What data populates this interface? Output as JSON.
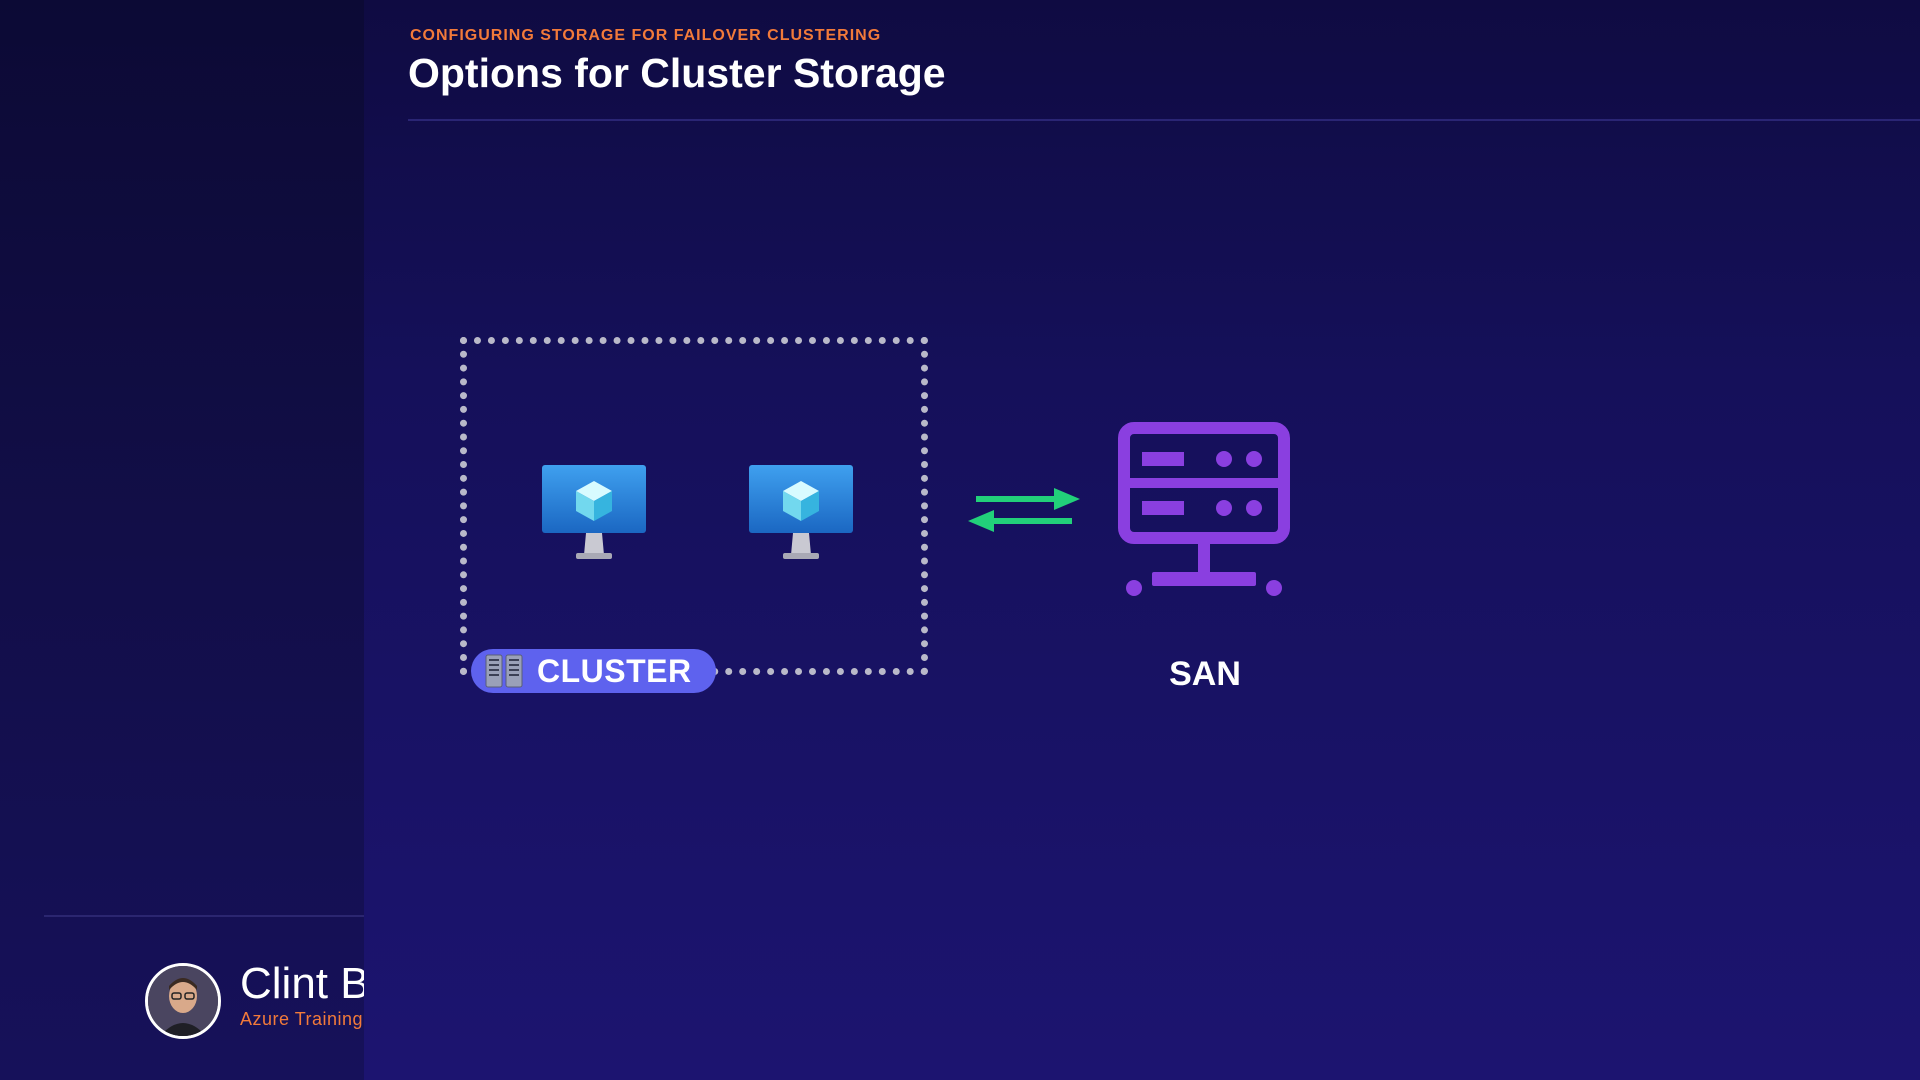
{
  "header": {
    "eyebrow": "CONFIGURING STORAGE FOR FAILOVER CLUSTERING",
    "title": "Options for Cluster Storage"
  },
  "presenter": {
    "name": "Clint B",
    "role": "Azure Training"
  },
  "diagram": {
    "cluster_label": "CLUSTER",
    "storage_label": "SAN",
    "nodes": [
      "virtual-machine-icon",
      "virtual-machine-icon"
    ],
    "icons": {
      "cluster": "server-rack-icon",
      "storage": "storage-server-icon",
      "link": "bidirectional-arrows-icon"
    }
  },
  "colors": {
    "background": "#15105a",
    "accent_orange": "#f27a3a",
    "cluster_badge": "#5e62ee",
    "san_purple": "#8a3fe0",
    "arrow_green": "#22d07a",
    "vm_blue": "#2f86d8"
  }
}
